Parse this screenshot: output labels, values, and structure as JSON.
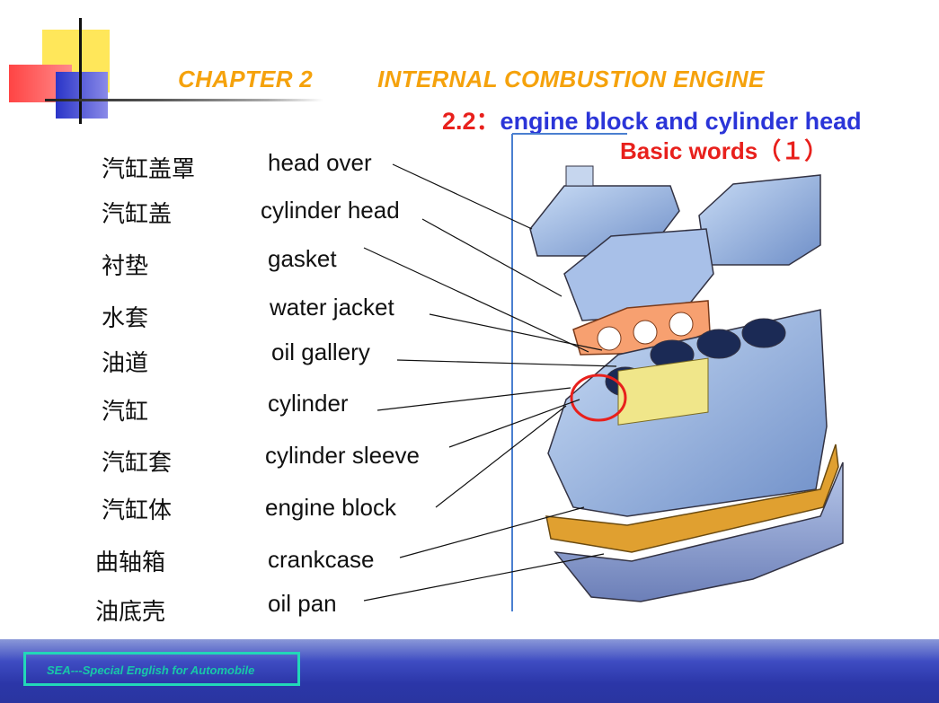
{
  "slide": {
    "chapter_label": "CHAPTER 2",
    "chapter_title": "INTERNAL COMBUSTION  ENGINE",
    "section_number": "2.2：",
    "section_title": "engine block and cylinder head",
    "subheading": "Basic words（１）"
  },
  "vocabulary": [
    {
      "cn": "汽缸盖罩",
      "en": "head over"
    },
    {
      "cn": "汽缸盖",
      "en": "cylinder head"
    },
    {
      "cn": "衬垫",
      "en": "gasket"
    },
    {
      "cn": "水套",
      "en": "water jacket"
    },
    {
      "cn": "油道",
      "en": "oil gallery"
    },
    {
      "cn": "汽缸",
      "en": "cylinder"
    },
    {
      "cn": "汽缸套",
      "en": "cylinder sleeve"
    },
    {
      "cn": "汽缸体",
      "en": "engine block"
    },
    {
      "cn": "曲轴箱",
      "en": "crankcase"
    },
    {
      "cn": "油底壳",
      "en": "oil pan"
    }
  ],
  "footer": {
    "text": "SEA---Special English for Automobile"
  },
  "colors": {
    "chapter": "#f5a20c",
    "section_title": "#2b35d8",
    "accent_red": "#e8201c",
    "footer_band": "#2b36a8",
    "footer_text": "#18c8a8"
  }
}
